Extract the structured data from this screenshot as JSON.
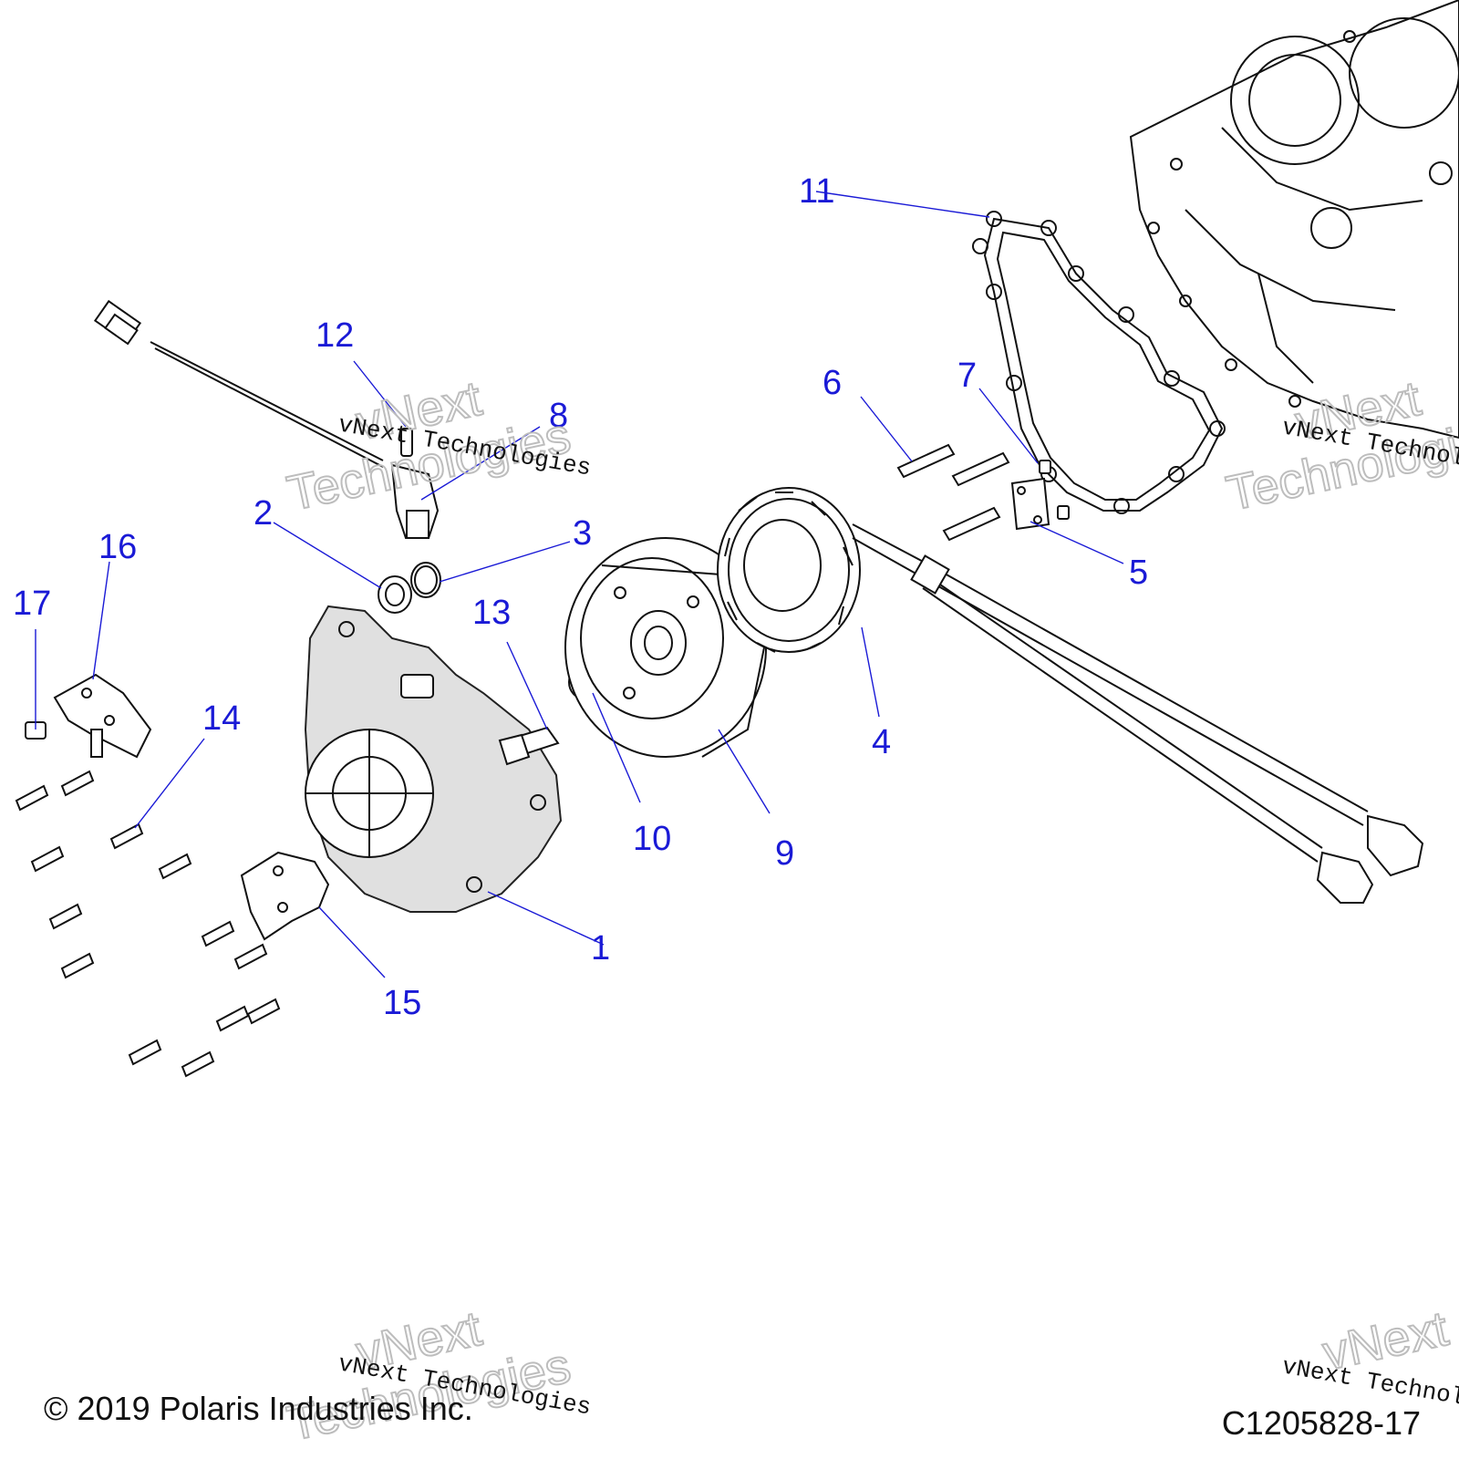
{
  "callouts": [
    {
      "id": "1",
      "label": "1"
    },
    {
      "id": "2",
      "label": "2"
    },
    {
      "id": "3",
      "label": "3"
    },
    {
      "id": "4",
      "label": "4"
    },
    {
      "id": "5",
      "label": "5"
    },
    {
      "id": "6",
      "label": "6"
    },
    {
      "id": "7",
      "label": "7"
    },
    {
      "id": "8",
      "label": "8"
    },
    {
      "id": "9",
      "label": "9"
    },
    {
      "id": "10",
      "label": "10"
    },
    {
      "id": "11",
      "label": "11"
    },
    {
      "id": "12",
      "label": "12"
    },
    {
      "id": "13",
      "label": "13"
    },
    {
      "id": "14",
      "label": "14"
    },
    {
      "id": "15",
      "label": "15"
    },
    {
      "id": "16",
      "label": "16"
    },
    {
      "id": "17",
      "label": "17"
    }
  ],
  "watermark": {
    "text": "vNext Technologies",
    "line1": "vNext",
    "line2": "Technologies"
  },
  "footer": {
    "copyright": "© 2019 Polaris Industries Inc.",
    "figure_code": "C1205828-17"
  },
  "colors": {
    "callout": "#1a1ad6",
    "linework": "#111111",
    "shading": "#e0e0e0"
  }
}
